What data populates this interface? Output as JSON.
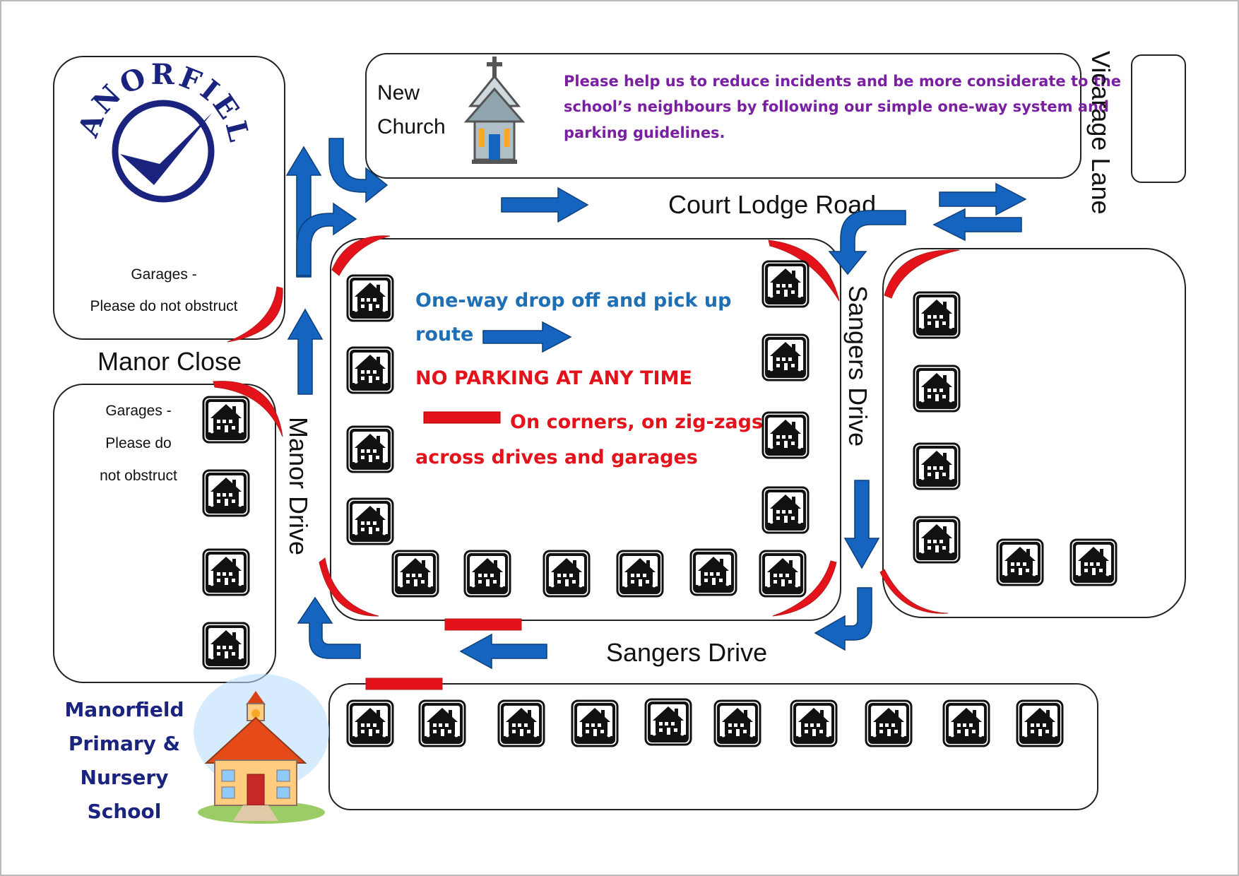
{
  "colors": {
    "arrow": "#1565c0",
    "restriction": "#e3121b",
    "notice": "#7b1fa2",
    "key_blue": "#1f6fb5",
    "key_red": "#e3121b",
    "school": "#1a237e"
  },
  "logo": {
    "text": "MANORFIELD",
    "icon": "check-mark-icon"
  },
  "church": {
    "line1": "New",
    "line2": "Church",
    "icon": "church-icon"
  },
  "notice": {
    "line1": "Please help us to reduce incidents and be more considerate to the",
    "line2": "school’s neighbours by following our simple one-way system and",
    "line3": "parking guidelines."
  },
  "roads": {
    "court_lodge": "Court Lodge Road",
    "vicarage_lane": "Vicarage Lane",
    "sangers_vertical": "Sangers Drive",
    "sangers_horizontal": "Sangers Drive",
    "manor_close": "Manor Close",
    "manor_drive": "Manor Drive"
  },
  "garages_top": {
    "line1": "Garages -",
    "line2": "Please do not obstruct"
  },
  "garages_left": {
    "line1": "Garages -",
    "line2": "Please do",
    "line3": "not obstruct"
  },
  "key": {
    "route_line1": "One-way drop off and pick up",
    "route_line2": "route",
    "no_parking": "NO PARKING AT ANY TIME",
    "restriction_line1": "On corners, on zig-zags,",
    "restriction_line2": "across drives and garages"
  },
  "school": {
    "line1": "Manorfield",
    "line2": "Primary &",
    "line3": "Nursery",
    "line4": "School",
    "icon": "school-building-icon"
  },
  "house_icon": "house-icon"
}
